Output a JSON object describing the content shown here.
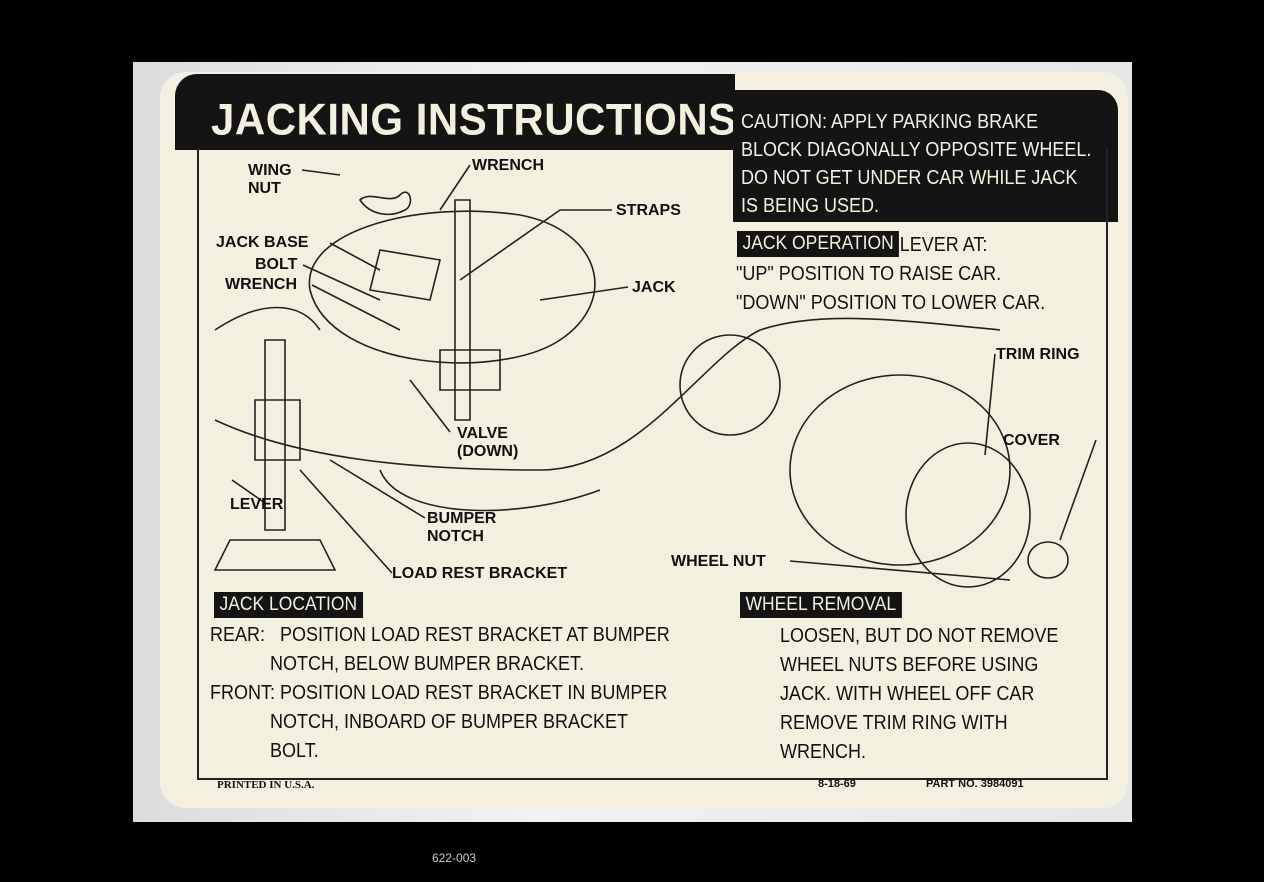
{
  "decal": {
    "title": "JACKING INSTRUCTIONS",
    "caution": "CAUTION: APPLY PARKING BRAKE\nBLOCK DIAGONALLY OPPOSITE WHEEL.\nDO NOT GET UNDER CAR WHILE JACK\nIS BEING USED.",
    "jack_operation": {
      "tag": "JACK OPERATION",
      "text": " LEVER AT:\n\"UP\" POSITION TO RAISE CAR.\n\"DOWN\" POSITION TO LOWER CAR."
    },
    "diagram_labels": {
      "wing_nut": "WING\nNUT",
      "wrench_top": "WRENCH",
      "straps": "STRAPS",
      "jack_base": "JACK BASE",
      "bolt": "BOLT",
      "wrench_left": "WRENCH",
      "jack": "JACK",
      "valve": "VALVE\n(DOWN)",
      "lever": "LEVER",
      "bumper_notch": "BUMPER\nNOTCH",
      "load_rest_bracket": "LOAD REST BRACKET",
      "trim_ring": "TRIM RING",
      "cover": "COVER",
      "wheel_nut": "WHEEL NUT"
    },
    "jack_location": {
      "tag": "JACK LOCATION",
      "text": "REAR:   POSITION LOAD REST BRACKET AT BUMPER\n            NOTCH, BELOW BUMPER BRACKET.\nFRONT: POSITION LOAD REST BRACKET IN BUMPER\n            NOTCH, INBOARD OF BUMPER BRACKET\n            BOLT."
    },
    "wheel_removal": {
      "tag": "WHEEL REMOVAL",
      "text": "LOOSEN, BUT DO NOT REMOVE\nWHEEL NUTS BEFORE USING\nJACK. WITH WHEEL OFF CAR\nREMOVE TRIM RING WITH\nWRENCH."
    },
    "footer": {
      "printed": "PRINTED IN U.S.A.",
      "date": "8-18-69",
      "part_no": "PART NO. 3984091"
    }
  },
  "caption": "622-003"
}
